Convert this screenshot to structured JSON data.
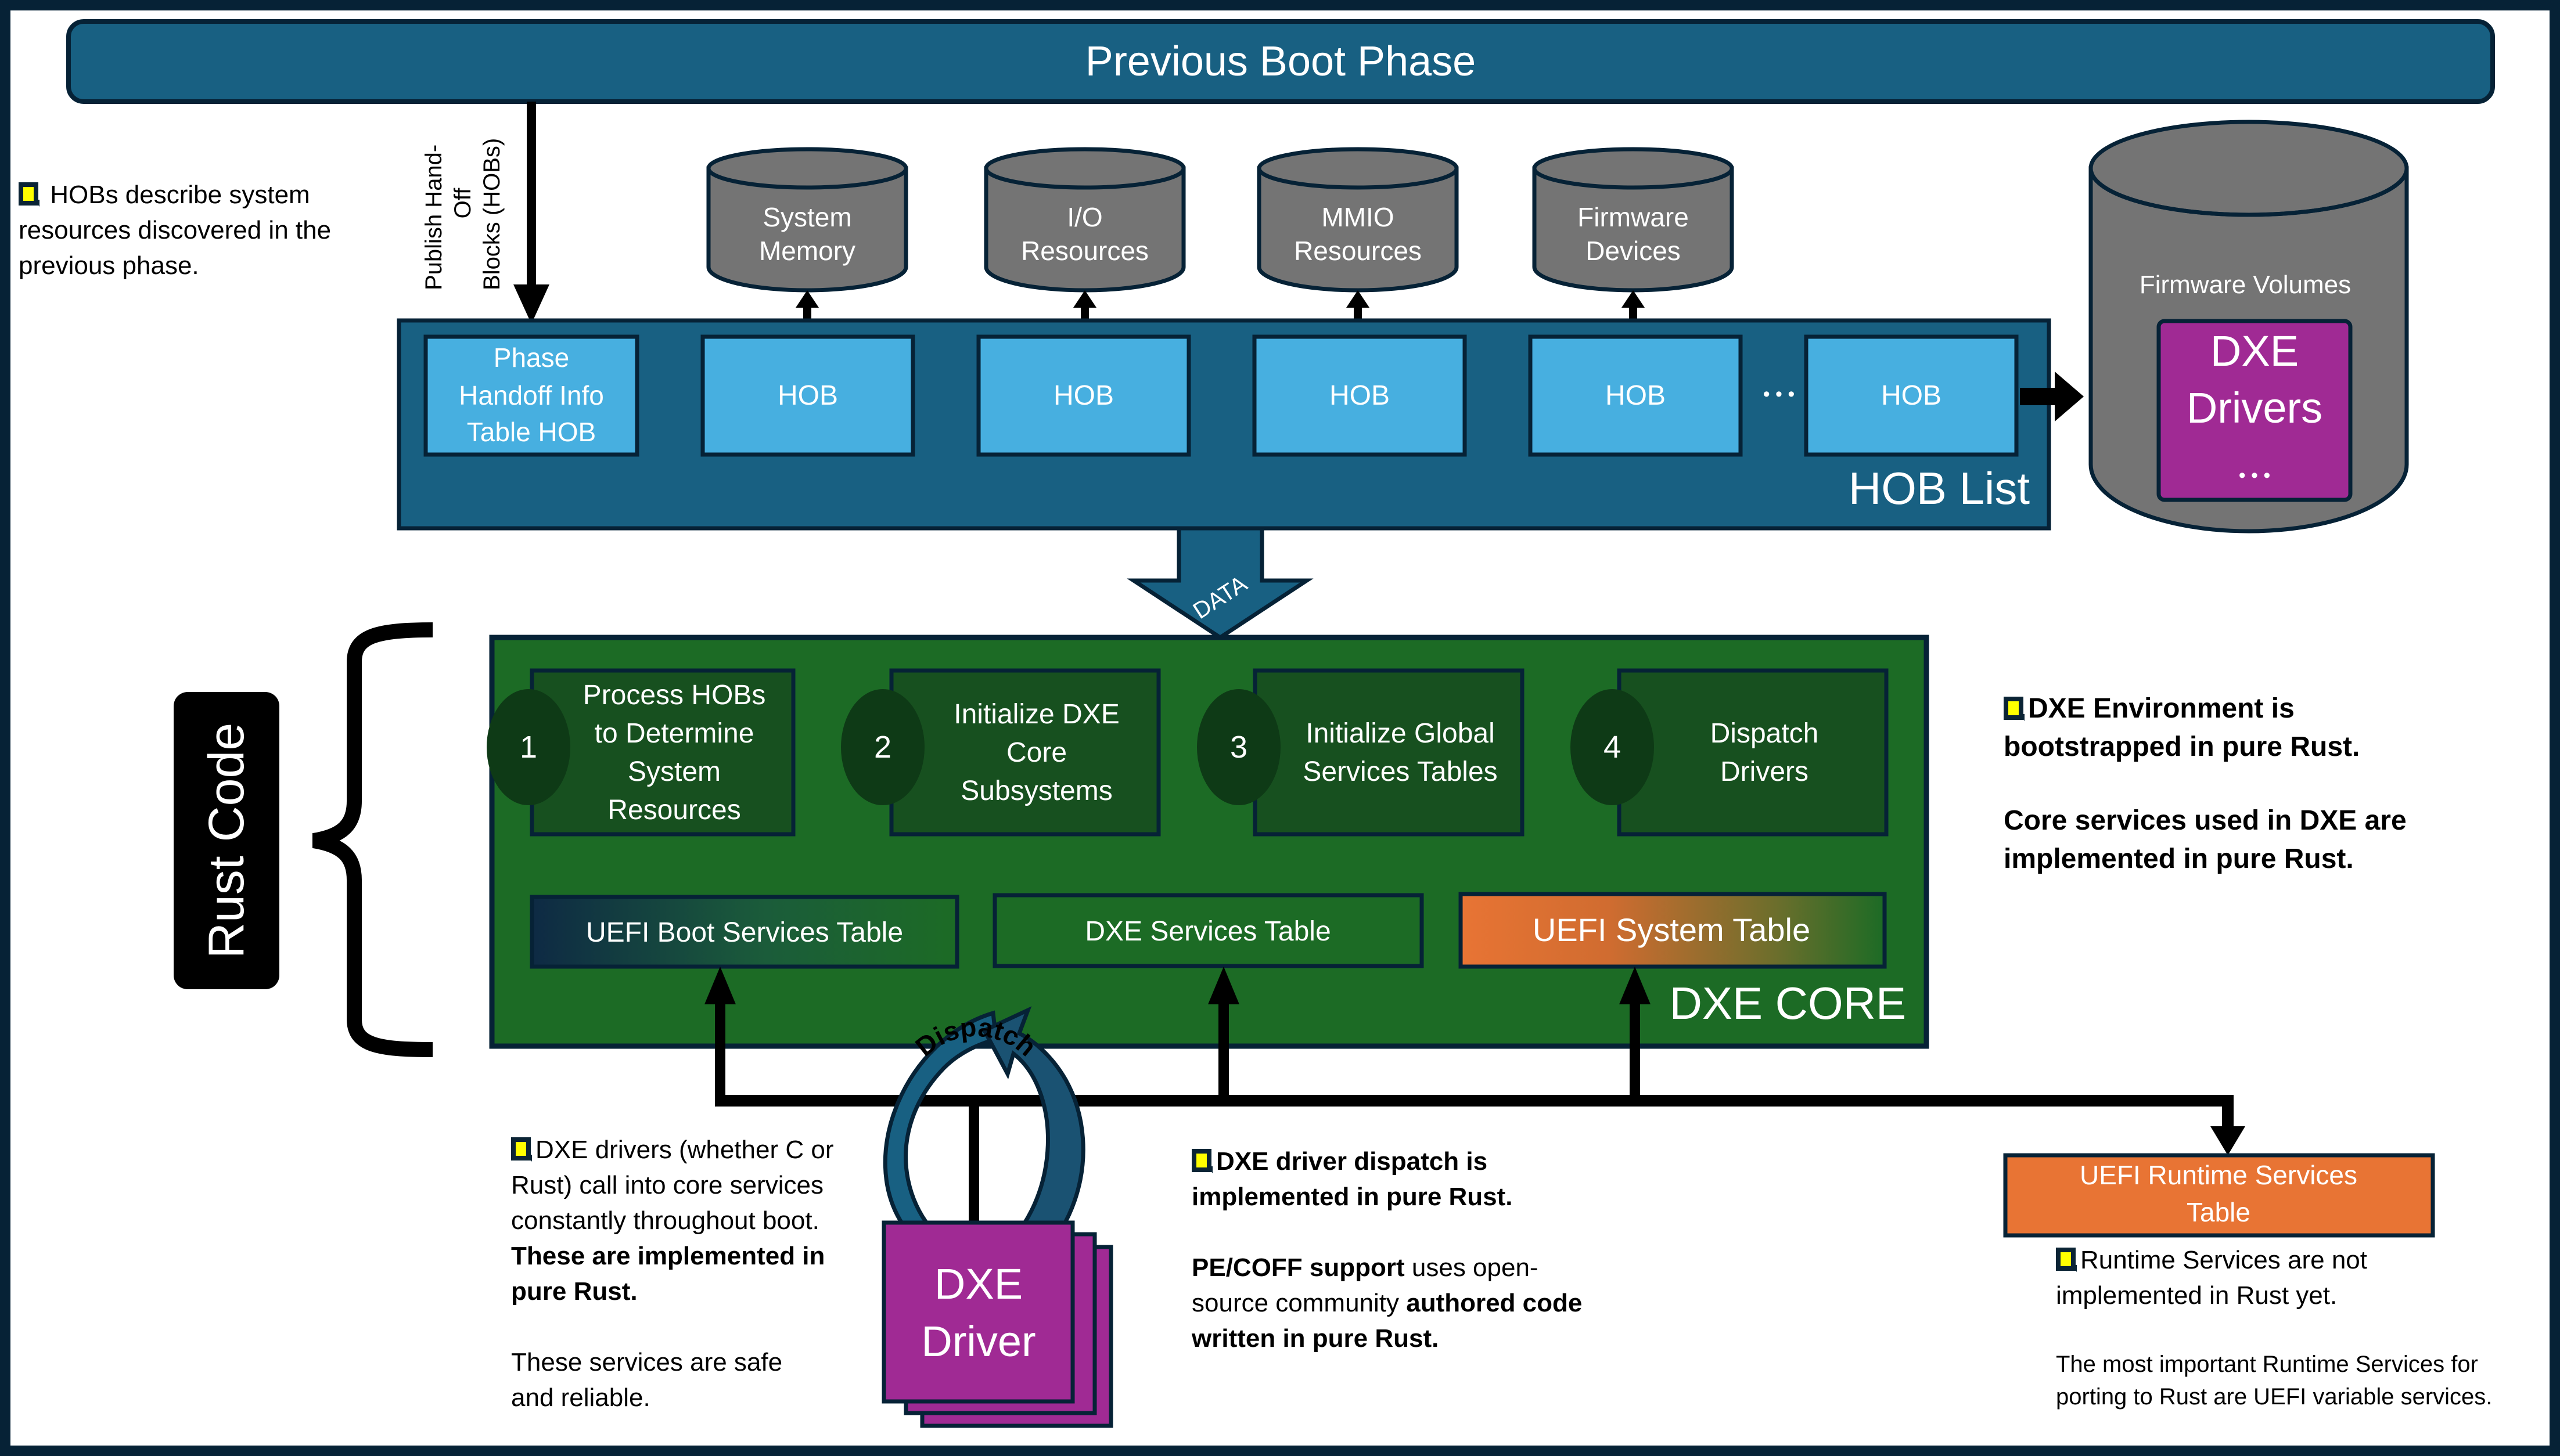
{
  "colors": {
    "frame": "#062236",
    "boot_phase_blue": "#186082",
    "hob_light_blue": "#47afe0",
    "cylinder_gray": "#747474",
    "dxe_purple": "#a02a94",
    "core_green": "#1c6b25",
    "step_green": "#17501f",
    "step_circle": "#0e3a16",
    "orange": "#e87434",
    "note_yellow": "#ffff00"
  },
  "previous_boot_phase": {
    "title": "Previous Boot Phase"
  },
  "publish_label": {
    "lines": [
      "Publish Hand-",
      "Off",
      "Blocks (HOBs)"
    ]
  },
  "hob_note": {
    "text": "HOBs describe system resources discovered in the previous phase.",
    "lines": [
      "HOBs describe system",
      "resources discovered in the",
      "previous phase."
    ]
  },
  "resources": [
    {
      "lines": [
        "System",
        "Memory"
      ]
    },
    {
      "lines": [
        "I/O",
        "Resources"
      ]
    },
    {
      "lines": [
        "MMIO",
        "Resources"
      ]
    },
    {
      "lines": [
        "Firmware",
        "Devices"
      ]
    }
  ],
  "hob_list": {
    "label": "HOB List",
    "phit": {
      "lines": [
        "Phase",
        "Handoff Info",
        "Table HOB"
      ]
    },
    "hobs": [
      "HOB",
      "HOB",
      "HOB",
      "HOB",
      "HOB"
    ],
    "ellipsis": "• • •"
  },
  "firmware_volumes": {
    "label": "Firmware Volumes",
    "drivers_lines": [
      "DXE",
      "Drivers"
    ],
    "ellipsis": "• • •"
  },
  "data_arrow": {
    "label": "DATA"
  },
  "rust_code": {
    "label": "Rust Code"
  },
  "dxe_core": {
    "label": "DXE CORE",
    "steps": [
      {
        "number": "1",
        "lines": [
          "Process HOBs",
          "to Determine",
          "System",
          "Resources"
        ]
      },
      {
        "number": "2",
        "lines": [
          "Initialize DXE",
          "Core",
          "Subsystems"
        ]
      },
      {
        "number": "3",
        "lines": [
          "Initialize Global",
          "Services Tables"
        ]
      },
      {
        "number": "4",
        "lines": [
          "Dispatch",
          "Drivers"
        ]
      }
    ],
    "tables": {
      "boot_services": "UEFI Boot Services Table",
      "dxe_services": "DXE Services Table",
      "system_table": "UEFI System Table"
    }
  },
  "dispatch": {
    "label": "Dispatch"
  },
  "dxe_driver": {
    "lines": [
      "DXE",
      "Driver"
    ]
  },
  "runtime_services": {
    "lines": [
      "UEFI Runtime Services",
      "Table"
    ]
  },
  "notes": {
    "dxe_env": {
      "bold1": "DXE Environment is bootstrapped in pure Rust.",
      "bold2": "Core services used in DXE are implemented in pure Rust."
    },
    "drivers": {
      "normal1": "DXE drivers (whether C or Rust) call into core services constantly throughout boot.",
      "bold1": "These are implemented in pure Rust.",
      "normal2": "These services are safe and reliable."
    },
    "dispatch": {
      "bold1": "DXE driver dispatch is implemented in pure Rust.",
      "pecoff_bold": "PE/COFF support",
      "pecoff_normal": " uses open-source community ",
      "pecoff_bold2": "authored code written in pure Rust."
    },
    "runtime": {
      "normal1": "Runtime Services are not implemented in Rust yet.",
      "small": "The most important Runtime Services for porting to Rust are UEFI variable services."
    }
  }
}
